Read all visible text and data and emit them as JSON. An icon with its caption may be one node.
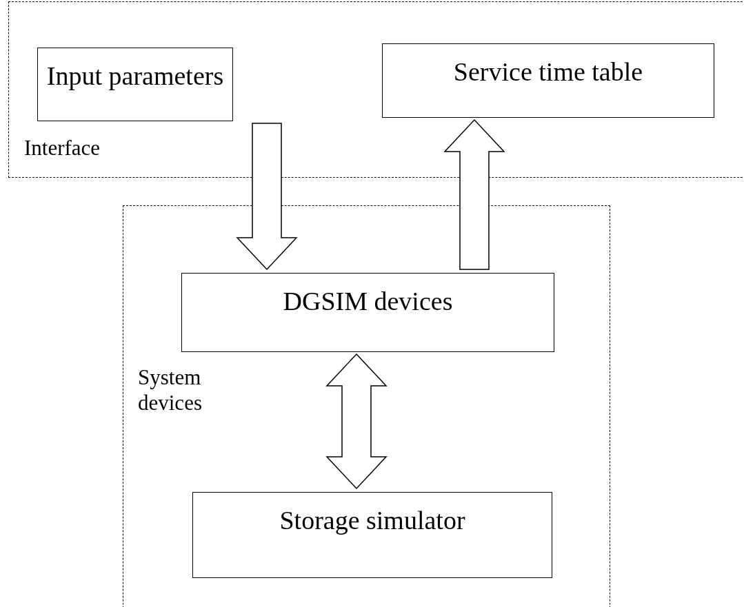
{
  "diagram": {
    "nodes": [
      {
        "text": [
          "Interface"
        ]
      },
      {
        "text": [
          "Input parameters"
        ],
        "in": 0
      },
      {
        "text": [
          "Service time table"
        ],
        "in": 0
      },
      {
        "text": [
          "System devices"
        ]
      },
      {
        "text": [
          "DGSIM devices"
        ],
        "in": 3
      },
      {
        "text": [
          "Storage simulator"
        ],
        "in": 3
      }
    ],
    "edges": [
      {
        "from": 1,
        "to": 4,
        "arrow": "to"
      },
      {
        "from": 4,
        "to": 2,
        "arrow": "to"
      },
      {
        "from": 4,
        "to": 5,
        "arrow": "both"
      }
    ]
  }
}
